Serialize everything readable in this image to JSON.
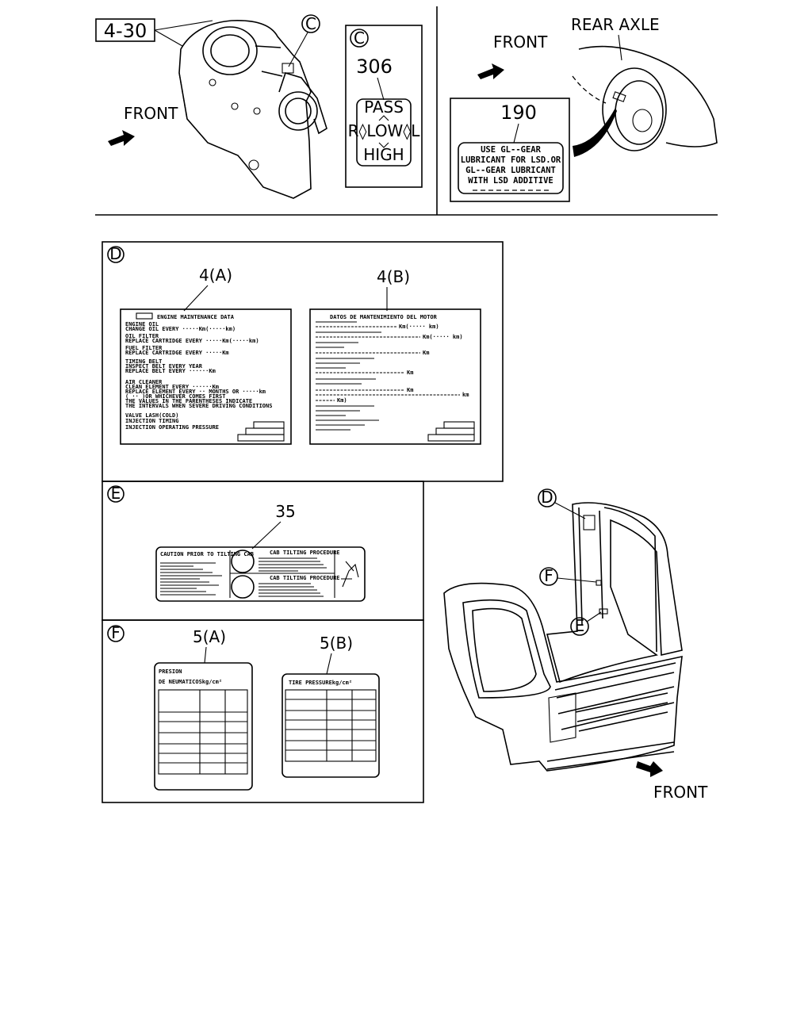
{
  "top_left": {
    "part_ref": "4-30",
    "callout": "C",
    "direction_label": "FRONT",
    "sign_ref": "C",
    "sign_number": "306",
    "sign_lines": [
      "PASS",
      "R◊LOW◊L",
      "HIGH"
    ]
  },
  "top_right": {
    "direction_label": "FRONT",
    "axle_label": "REAR AXLE",
    "label_number": "190",
    "label_lines": [
      "USE GL--GEAR",
      "LUBRICANT FOR LSD.OR",
      "GL--GEAR LUBRICANT",
      "WITH LSD ADDITIVE"
    ]
  },
  "panel_d": {
    "ref": "D",
    "label_a": {
      "number": "4(A)",
      "title": "ENGINE MAINTENANCE DATA",
      "lines": [
        "ENGINE OIL",
        "CHANGE OIL EVERY ·····Km(·····km)",
        "OIL FILTER",
        "REPLACE CARTRIDGE EVERY ·····Km(·····km)",
        "FUEL FILTER",
        "REPLACE CARTRIDGE EVERY ·····Km",
        "TIMING BELT",
        "INSPECT BELT EVERY YEAR",
        "REPLACE BELT EVERY ······Km",
        "AIR CLEANER",
        "CLEAN ELEMENT EVERY ······Km",
        "REPLACE ELEMENT EVERY ·· MONTHS OR ·····km",
        "( ·· )OR WHICHEVER COMES FIRST",
        "THE VALUES IN THE PARENTHESES INDICATE",
        "THE INTERVALS WHEN SEVERE DRIVING CONDITIONS",
        "VALVE LASH(COLD)",
        "INJECTION TIMING",
        "INJECTION OPERATING PRESSURE"
      ]
    },
    "label_b": {
      "number": "4(B)",
      "title": "DATOS DE MANTENIMIENTO DEL MOTOR",
      "suffixes": [
        "Km(····· km)",
        "Km(····· km)",
        "Km",
        "Km",
        "Km",
        "Km",
        "km",
        "Km)"
      ]
    }
  },
  "panel_e": {
    "ref": "E",
    "label_number": "35",
    "left_title": "CAUTION PRIOR TO TILTING CAB",
    "mid_title_1": "CAB TILTING PROCEDURE",
    "mid_title_2": "CAB TILTING PROCEDURE"
  },
  "panel_f": {
    "ref": "F",
    "label_a": {
      "number": "5(A)",
      "title_1": "PRESION",
      "title_2": "DE NEUMATICOSkg/cm²"
    },
    "label_b": {
      "number": "5(B)",
      "title": "TIRE PRESSUREkg/cm²"
    }
  },
  "cab": {
    "callout_d": "D",
    "callout_f": "F",
    "callout_e": "E",
    "direction_label": "FRONT"
  }
}
